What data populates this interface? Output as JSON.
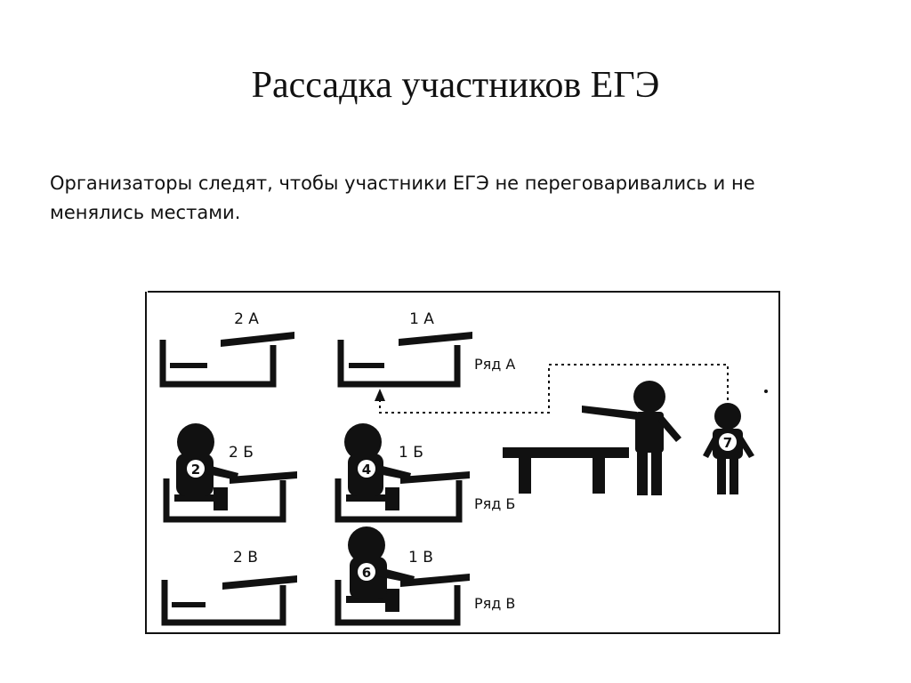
{
  "slide": {
    "title": "Рассадка участников ЕГЭ",
    "text": "Организаторы следят, чтобы участники ЕГЭ не переговаривались и не менялись местами."
  },
  "diagram": {
    "seats": {
      "s2a": "2 А",
      "s1a": "1 А",
      "s2b": "2 Б",
      "s1b": "1 Б",
      "s2v": "2 В",
      "s1v": "1 В"
    },
    "rows": {
      "a": "Ряд А",
      "b": "Ряд Б",
      "v": "Ряд В"
    },
    "participants": {
      "p2": "2",
      "p4": "4",
      "p6": "6",
      "p7": "7"
    },
    "colors": {
      "ink": "#111111",
      "background": "#ffffff"
    }
  }
}
